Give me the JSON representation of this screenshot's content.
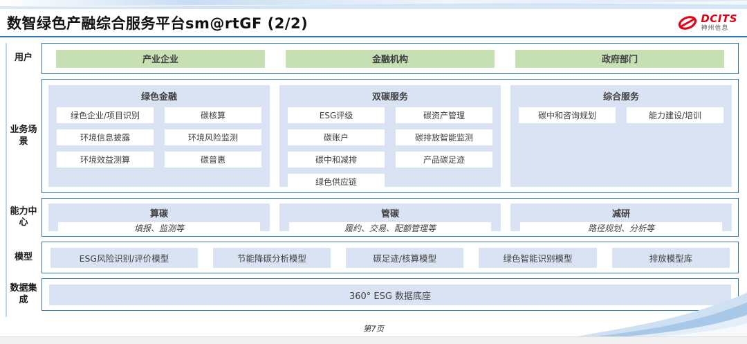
{
  "header": {
    "title": "数智绿色产融综合服务平台sm@rtGF (2/2)",
    "logo": {
      "brand": "DCITS",
      "sub": "神州信息"
    }
  },
  "rows": {
    "users": {
      "label": "用户",
      "items": [
        "产业企业",
        "金融机构",
        "政府部门"
      ]
    },
    "scenarios": {
      "label": "业务场景",
      "columns": [
        {
          "title": "绿色金融",
          "items": [
            "绿色企业/项目识别",
            "碳核算",
            "环境信息披露",
            "环境风险监测",
            "环境效益测算",
            "碳普惠"
          ]
        },
        {
          "title": "双碳服务",
          "items": [
            "ESG评级",
            "碳资产管理",
            "碳账户",
            "碳排放智能监测",
            "碳中和减排",
            "产品碳足迹",
            "绿色供应链"
          ]
        },
        {
          "title": "综合服务",
          "items": [
            "碳中和咨询规划",
            "能力建设/培训"
          ]
        }
      ]
    },
    "capabilities": {
      "label": "能力中心",
      "items": [
        {
          "title": "算碳",
          "desc": "填报、监测等"
        },
        {
          "title": "管碳",
          "desc": "履约、交易、配额管理等"
        },
        {
          "title": "减研",
          "desc": "路径规划、分析等"
        }
      ]
    },
    "models": {
      "label": "模型",
      "items": [
        "ESG风险识别/评价模型",
        "节能降碳分析模型",
        "碳足迹/核算模型",
        "绿色智能识别模型",
        "排放模型库"
      ]
    },
    "data_integration": {
      "label": "数据集成",
      "items": [
        "360° ESG 数据底座"
      ]
    }
  },
  "footer": {
    "page": "第7页"
  },
  "colors": {
    "accent_blue": "#2e75b6",
    "light_blue_fill": "#dae3f3",
    "green_fill": "#c6e0b4",
    "logo_red": "#e60012"
  }
}
